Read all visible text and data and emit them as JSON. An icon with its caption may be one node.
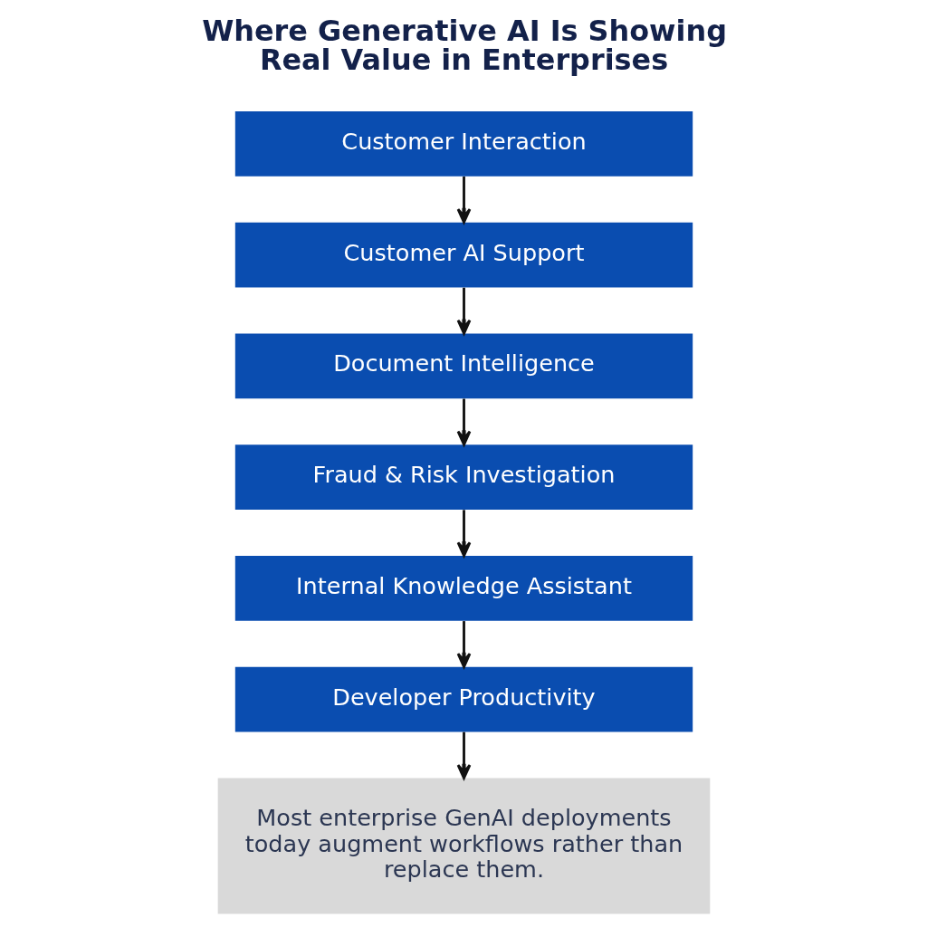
{
  "diagram": {
    "title": "Where Generative AI Is Showing Real Value in Enterprises",
    "nodes": [
      {
        "text": [
          "Customer Interaction"
        ]
      },
      {
        "text": [
          "Customer AI Support"
        ]
      },
      {
        "text": [
          "Document Intelligence"
        ]
      },
      {
        "text": [
          "Fraud & Risk Investigation"
        ]
      },
      {
        "text": [
          "Internal Knowledge Assistant"
        ]
      },
      {
        "text": [
          "Developer Productivity"
        ]
      },
      {
        "text": [
          "Most enterprise GenAI deployments today augment workflows rather than replace them."
        ]
      }
    ],
    "edges": [
      {
        "from": 0,
        "to": 1,
        "arrow": "to"
      },
      {
        "from": 1,
        "to": 2,
        "arrow": "to"
      },
      {
        "from": 2,
        "to": 3,
        "arrow": "to"
      },
      {
        "from": 3,
        "to": 4,
        "arrow": "to"
      },
      {
        "from": 4,
        "to": 5,
        "arrow": "to"
      },
      {
        "from": 5,
        "to": 6,
        "arrow": "to"
      }
    ]
  }
}
